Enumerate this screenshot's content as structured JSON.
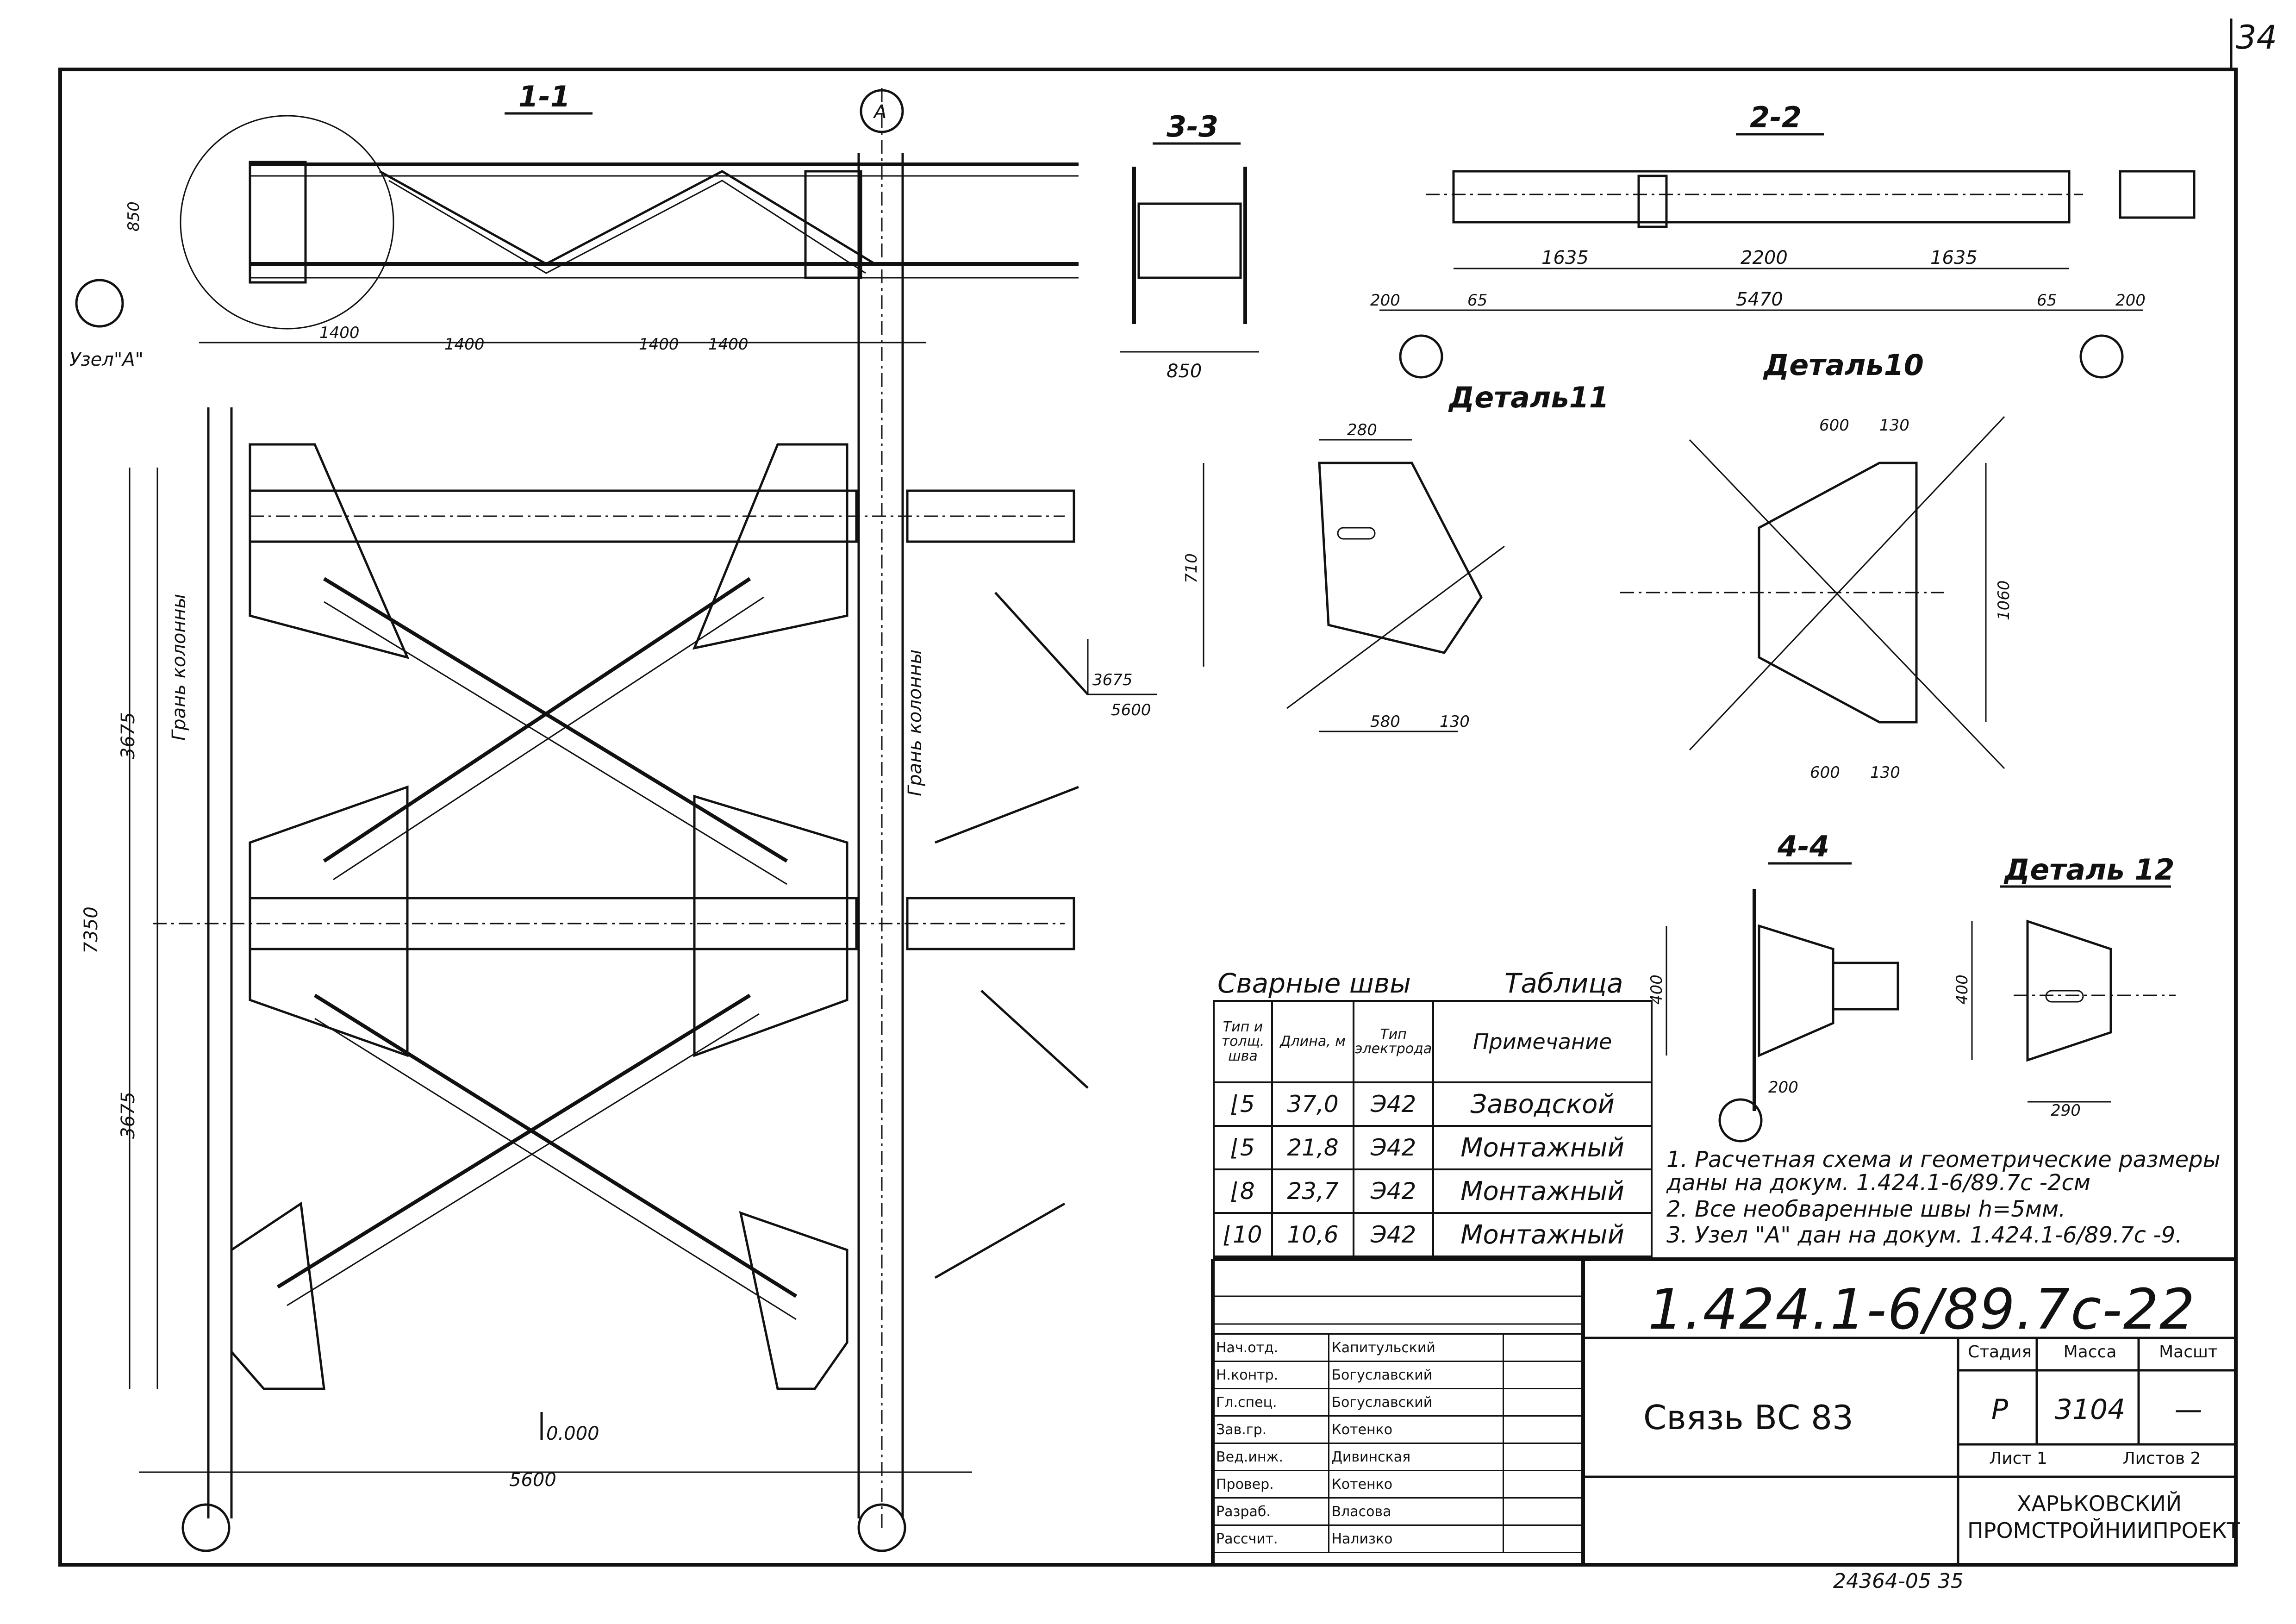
{
  "page_number": "34",
  "views": {
    "section_1_1": "1-1",
    "section_2_2": "2-2",
    "section_3_3": "3-3",
    "section_4_4": "4-4",
    "detail_10": "Деталь10",
    "detail_11": "Деталь11",
    "detail_12": "Деталь 12",
    "node_a": "Узел\"А\"",
    "axis_a": "A",
    "face_column_left": "Грань колонны",
    "face_column_right": "Грань колонны",
    "elevation_zero": "0.000"
  },
  "dims": {
    "span_5600": "5600",
    "height_7350": "7350",
    "h_3675_upper": "3675",
    "h_3675_lower": "3675",
    "s22_1635a": "1635",
    "s22_2200": "2200",
    "s22_1635b": "1635",
    "s22_5470": "5470",
    "s22_65a": "65",
    "s22_65b": "65",
    "s22_200a": "200",
    "s22_200b": "200",
    "s33_850": "850",
    "s11_850": "850",
    "s11_1400a": "1400",
    "s11_1400b": "1400",
    "s11_1400c": "1400",
    "s11_1400d": "1400",
    "d11_280": "280",
    "d11_710": "710",
    "d11_580": "580",
    "d11_130": "130",
    "d10_600a": "600",
    "d10_130a": "130",
    "d10_600b": "600",
    "d10_130b": "130",
    "d10_1060": "1060",
    "d12_400": "400",
    "d12_290": "290",
    "s44_400": "400",
    "s44_200": "200",
    "slope_3675": "3675",
    "slope_5600": "5600"
  },
  "weld_table": {
    "caption": "Сварные швы",
    "caption_right": "Таблица",
    "headers": [
      "Тип и толщ. шва",
      "Длина, м",
      "Тип электрода",
      "Примечание"
    ],
    "rows": [
      {
        "type": "⌊5",
        "length": "37,0",
        "electrode": "Э42",
        "note": "Заводской"
      },
      {
        "type": "⌊5",
        "length": "21,8",
        "electrode": "Э42",
        "note": "Монтажный"
      },
      {
        "type": "⌊8",
        "length": "23,7",
        "electrode": "Э42",
        "note": "Монтажный"
      },
      {
        "type": "⌊10",
        "length": "10,6",
        "electrode": "Э42",
        "note": "Монтажный"
      }
    ]
  },
  "notes": [
    "1. Расчетная схема и геометрические размеры даны на докум. 1.424.1-6/89.7с -2см",
    "2. Все необваренные швы h=5мм.",
    "3. Узел \"А\" дан на докум. 1.424.1-6/89.7с -9."
  ],
  "title_block": {
    "doc_number": "1.424.1-6/89.7с-22",
    "title": "Связь ВС 83",
    "stage_label": "Стадия",
    "stage_value": "Р",
    "mass_label": "Масса",
    "mass_value": "3104",
    "scale_label": "Масшт",
    "scale_value": "—",
    "sheet_label": "Лист 1",
    "sheets_label": "Листов 2",
    "organization": "ХАРЬКОВСКИЙ ПРОМСТРОЙНИИПРОЕКТ",
    "signatures": [
      {
        "role": "Нач.отд.",
        "name": "Капитульский"
      },
      {
        "role": "Н.контр.",
        "name": "Богуславский"
      },
      {
        "role": "Гл.спец.",
        "name": "Богуславский"
      },
      {
        "role": "Зав.гр.",
        "name": "Котенко"
      },
      {
        "role": "Вед.инж.",
        "name": "Дивинская"
      },
      {
        "role": "Провер.",
        "name": "Котенко"
      },
      {
        "role": "Разраб.",
        "name": "Власова"
      },
      {
        "role": "Рассчит.",
        "name": "Нализко"
      }
    ]
  },
  "footer": "24364-05   35"
}
